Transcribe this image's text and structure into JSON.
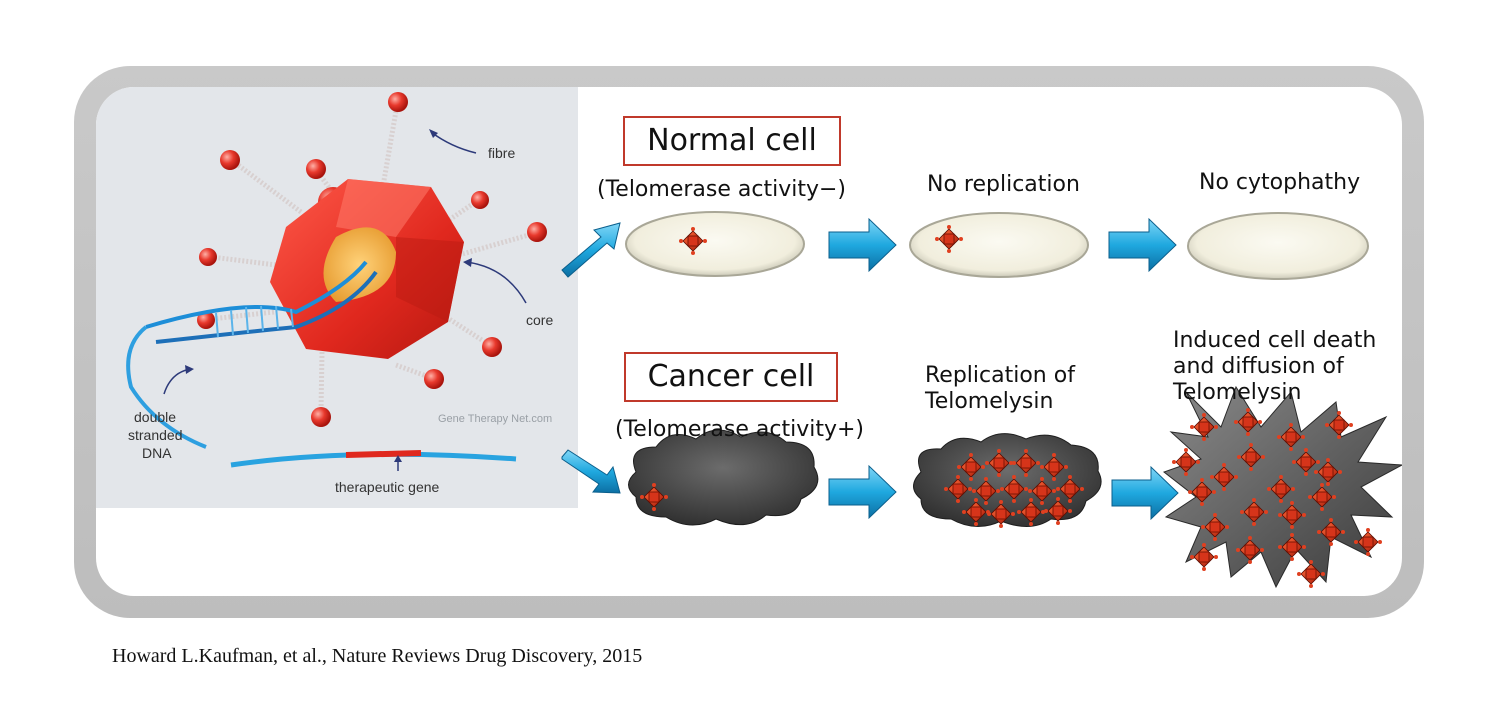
{
  "virus_labels": {
    "fibre": "fibre",
    "core": "core",
    "dna_line1": "double",
    "dna_line2": "stranded",
    "dna_line3": "DNA",
    "gene": "therapeutic gene",
    "watermark": "Gene Therapy Net.com"
  },
  "normal": {
    "title": "Normal cell",
    "activity": "(Telomerase activity−)",
    "step2": "No replication",
    "step3": "No cytophathy"
  },
  "cancer": {
    "title": "Cancer cell",
    "activity": "(Telomerase activity+)",
    "step2_line1": "Replication of",
    "step2_line2": "Telomelysin",
    "step3_line1": "Induced cell death",
    "step3_line2": "and diffusion of",
    "step3_line3": "Telomelysin"
  },
  "citation": "Howard L.Kaufman, et al., Nature Reviews Drug Discovery, 2015",
  "colors": {
    "arrow": "#1fa8df",
    "virus_red": "#e0281e",
    "title_border": "#c0392b",
    "cancer_gray": "#4a4a4a",
    "normal_cell": "#f5f3e6"
  }
}
